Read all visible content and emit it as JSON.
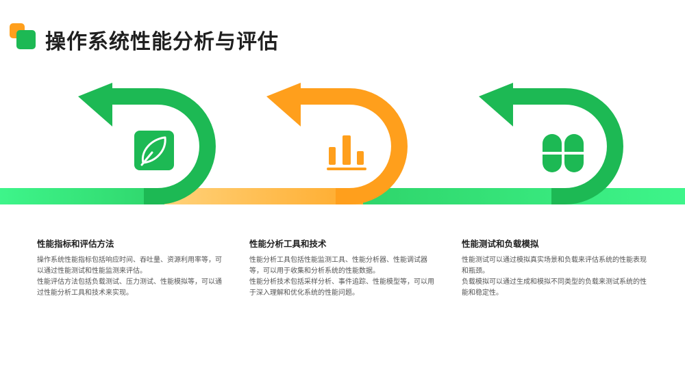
{
  "header": {
    "title": "操作系统性能分析与评估"
  },
  "colors": {
    "green": "#1DB954",
    "green_light": "#3EF58A",
    "orange": "#FF9F1C",
    "orange_light": "#FFC766"
  },
  "icons": [
    "leaf-icon",
    "bar-chart-icon",
    "clover-icon"
  ],
  "sections": [
    {
      "title": "性能指标和评估方法",
      "body": [
        "操作系统性能指标包括响应时间、吞吐量、资源利用率等，可以通过性能测试和性能监测来评估。",
        "性能评估方法包括负载测试、压力测试、性能模拟等，可以通过性能分析工具和技术来实现。"
      ]
    },
    {
      "title": "性能分析工具和技术",
      "body": [
        "性能分析工具包括性能监测工具、性能分析器、性能调试器等，可以用于收集和分析系统的性能数据。",
        "性能分析技术包括采样分析、事件追踪、性能模型等，可以用于深入理解和优化系统的性能问题。"
      ]
    },
    {
      "title": "性能测试和负载模拟",
      "body": [
        "性能测试可以通过模拟真实场景和负载来评估系统的性能表现和瓶颈。",
        "负载模拟可以通过生成和模拟不同类型的负载来测试系统的性能和稳定性。"
      ]
    }
  ]
}
